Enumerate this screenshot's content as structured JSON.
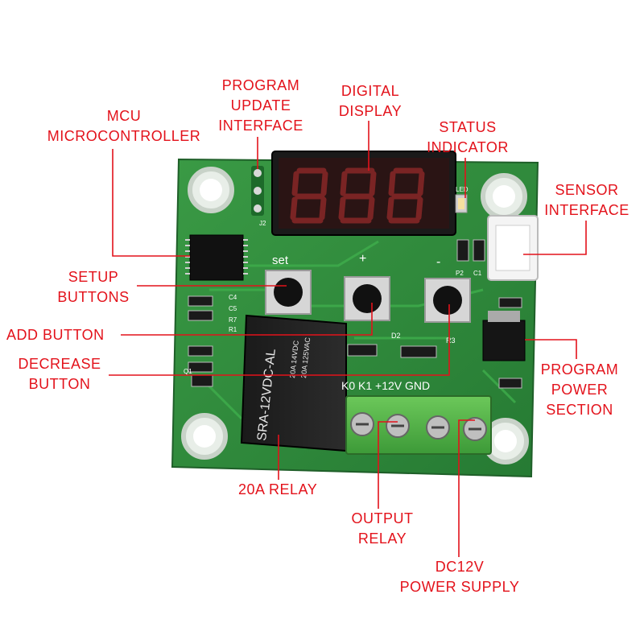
{
  "diagram": {
    "labels": {
      "program_update": [
        "PROGRAM",
        "UPDATE",
        "INTERFACE"
      ],
      "digital_display": [
        "DIGITAL",
        "DISPLAY"
      ],
      "mcu": [
        "MCU",
        "MICROCONTROLLER"
      ],
      "status_indicator": [
        "STATUS",
        "INDICATOR"
      ],
      "sensor_interface": [
        "SENSOR",
        "INTERFACE"
      ],
      "setup_buttons": [
        "SETUP",
        "BUTTONS"
      ],
      "add_button": "ADD BUTTON",
      "decrease_button": [
        "DECREASE",
        "BUTTON"
      ],
      "program_power": [
        "PROGRAM",
        "POWER",
        "SECTION"
      ],
      "relay_20a": "20A RELAY",
      "output_relay": [
        "OUTPUT",
        "RELAY"
      ],
      "dc12v": [
        "DC12V",
        "POWER SUPPLY"
      ]
    },
    "board_silkscreen": {
      "set": "set",
      "plus": "+",
      "minus": "-",
      "terminals": "K0 K1 +12V GND",
      "relay_model": "SRA-12VDC-AL",
      "relay_rating_1": "20A 14VDC",
      "relay_rating_2": "20A 125VAC",
      "d2": "D2",
      "r3": "R3",
      "led": "LED",
      "j2": "J2",
      "c4": "C4",
      "c5": "C5",
      "r7": "R7",
      "r1": "R1",
      "q1": "Q1",
      "p2": "P2",
      "c1": "C1"
    },
    "colors": {
      "label": "#e3121b",
      "pcb": "#2e8c3a",
      "terminal_block": "#4caf50"
    }
  }
}
